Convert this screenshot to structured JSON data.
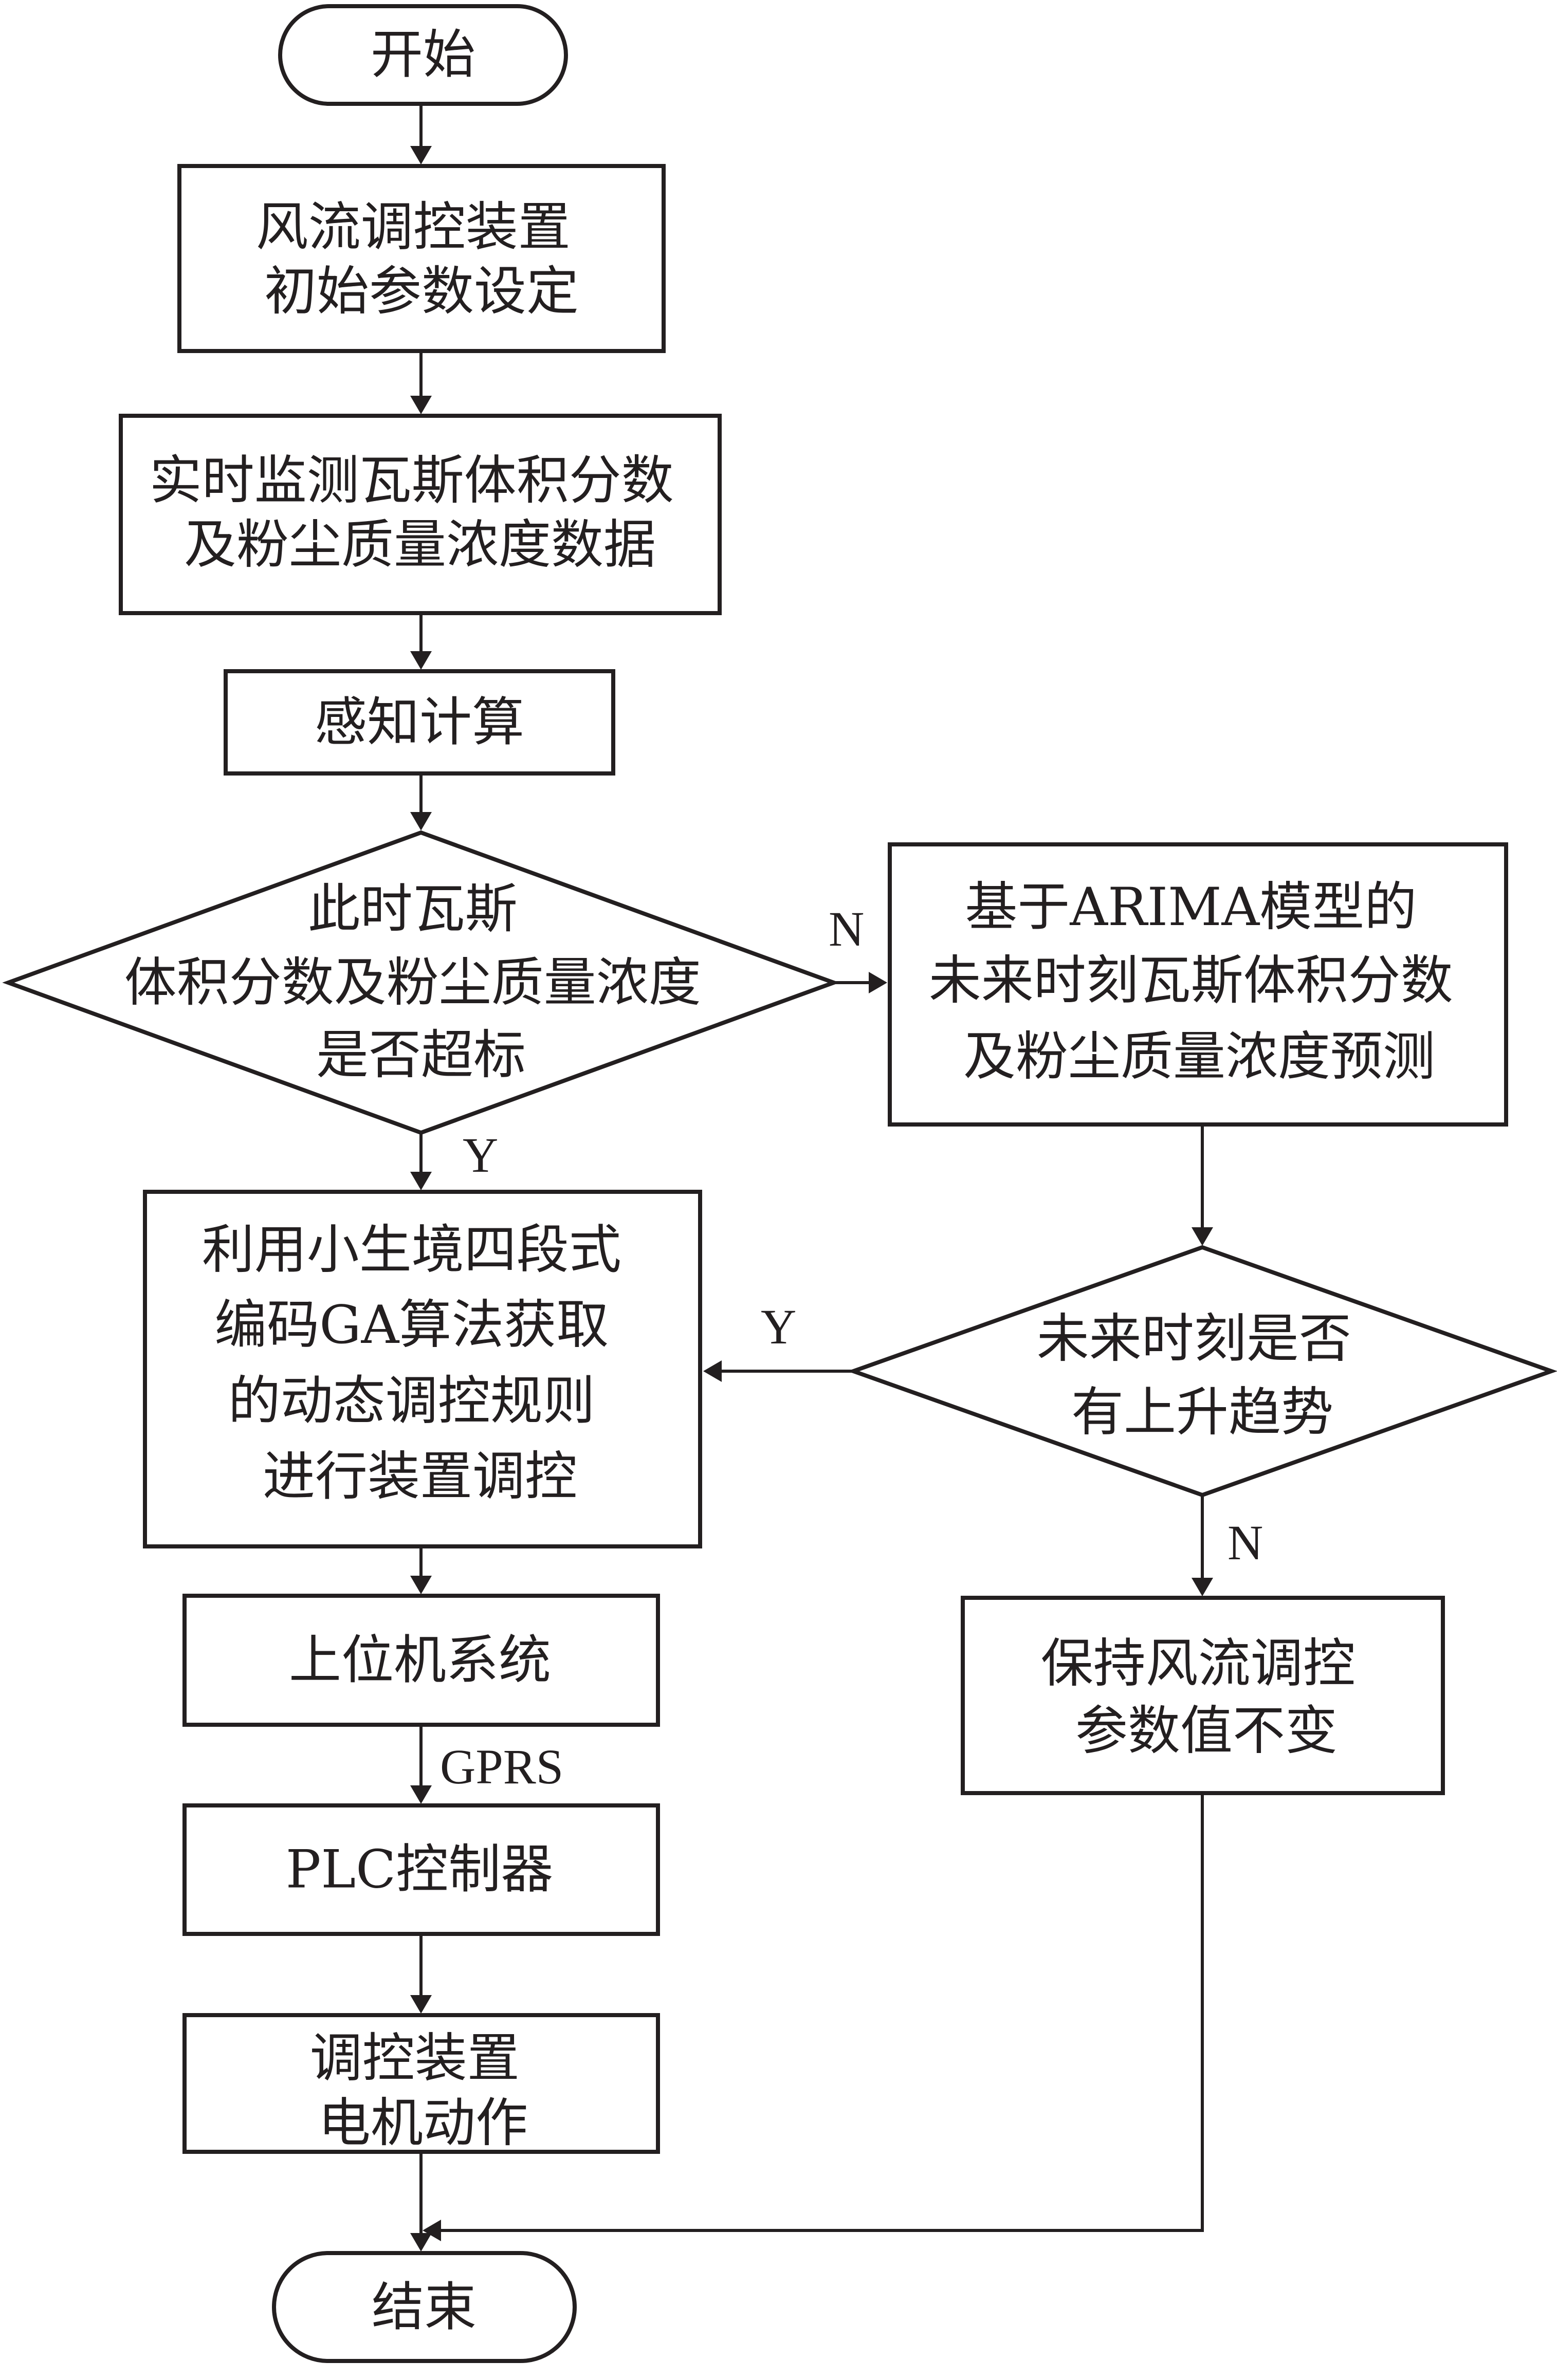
{
  "nodes": {
    "start": "开始",
    "init": [
      "风流调控装置",
      "初始参数设定"
    ],
    "monitor": [
      "实时监测瓦斯体积分数",
      "及粉尘质量浓度数据"
    ],
    "compute": "感知计算",
    "decision_exceed": [
      "此时瓦斯",
      "体积分数及粉尘质量浓度",
      "是否超标"
    ],
    "forecast": [
      "基于ARIMA模型的",
      "未来时刻瓦斯体积分数",
      "及粉尘质量浓度预测"
    ],
    "regulate": [
      "利用小生境四段式",
      "编码GA算法获取",
      "的动态调控规则",
      "进行装置调控"
    ],
    "decision_trend": [
      "未来时刻是否",
      "有上升趋势"
    ],
    "host": "上位机系统",
    "keep": [
      "保持风流调控",
      "参数值不变"
    ],
    "plc": "PLC控制器",
    "motor": [
      "调控装置",
      "电机动作"
    ],
    "end": "结束"
  },
  "edge_labels": {
    "exceed_no": "N",
    "exceed_yes": "Y",
    "trend_yes": "Y",
    "trend_no": "N",
    "gprs": "GPRS"
  },
  "colors": {
    "stroke": "#231f20",
    "background": "#ffffff"
  }
}
